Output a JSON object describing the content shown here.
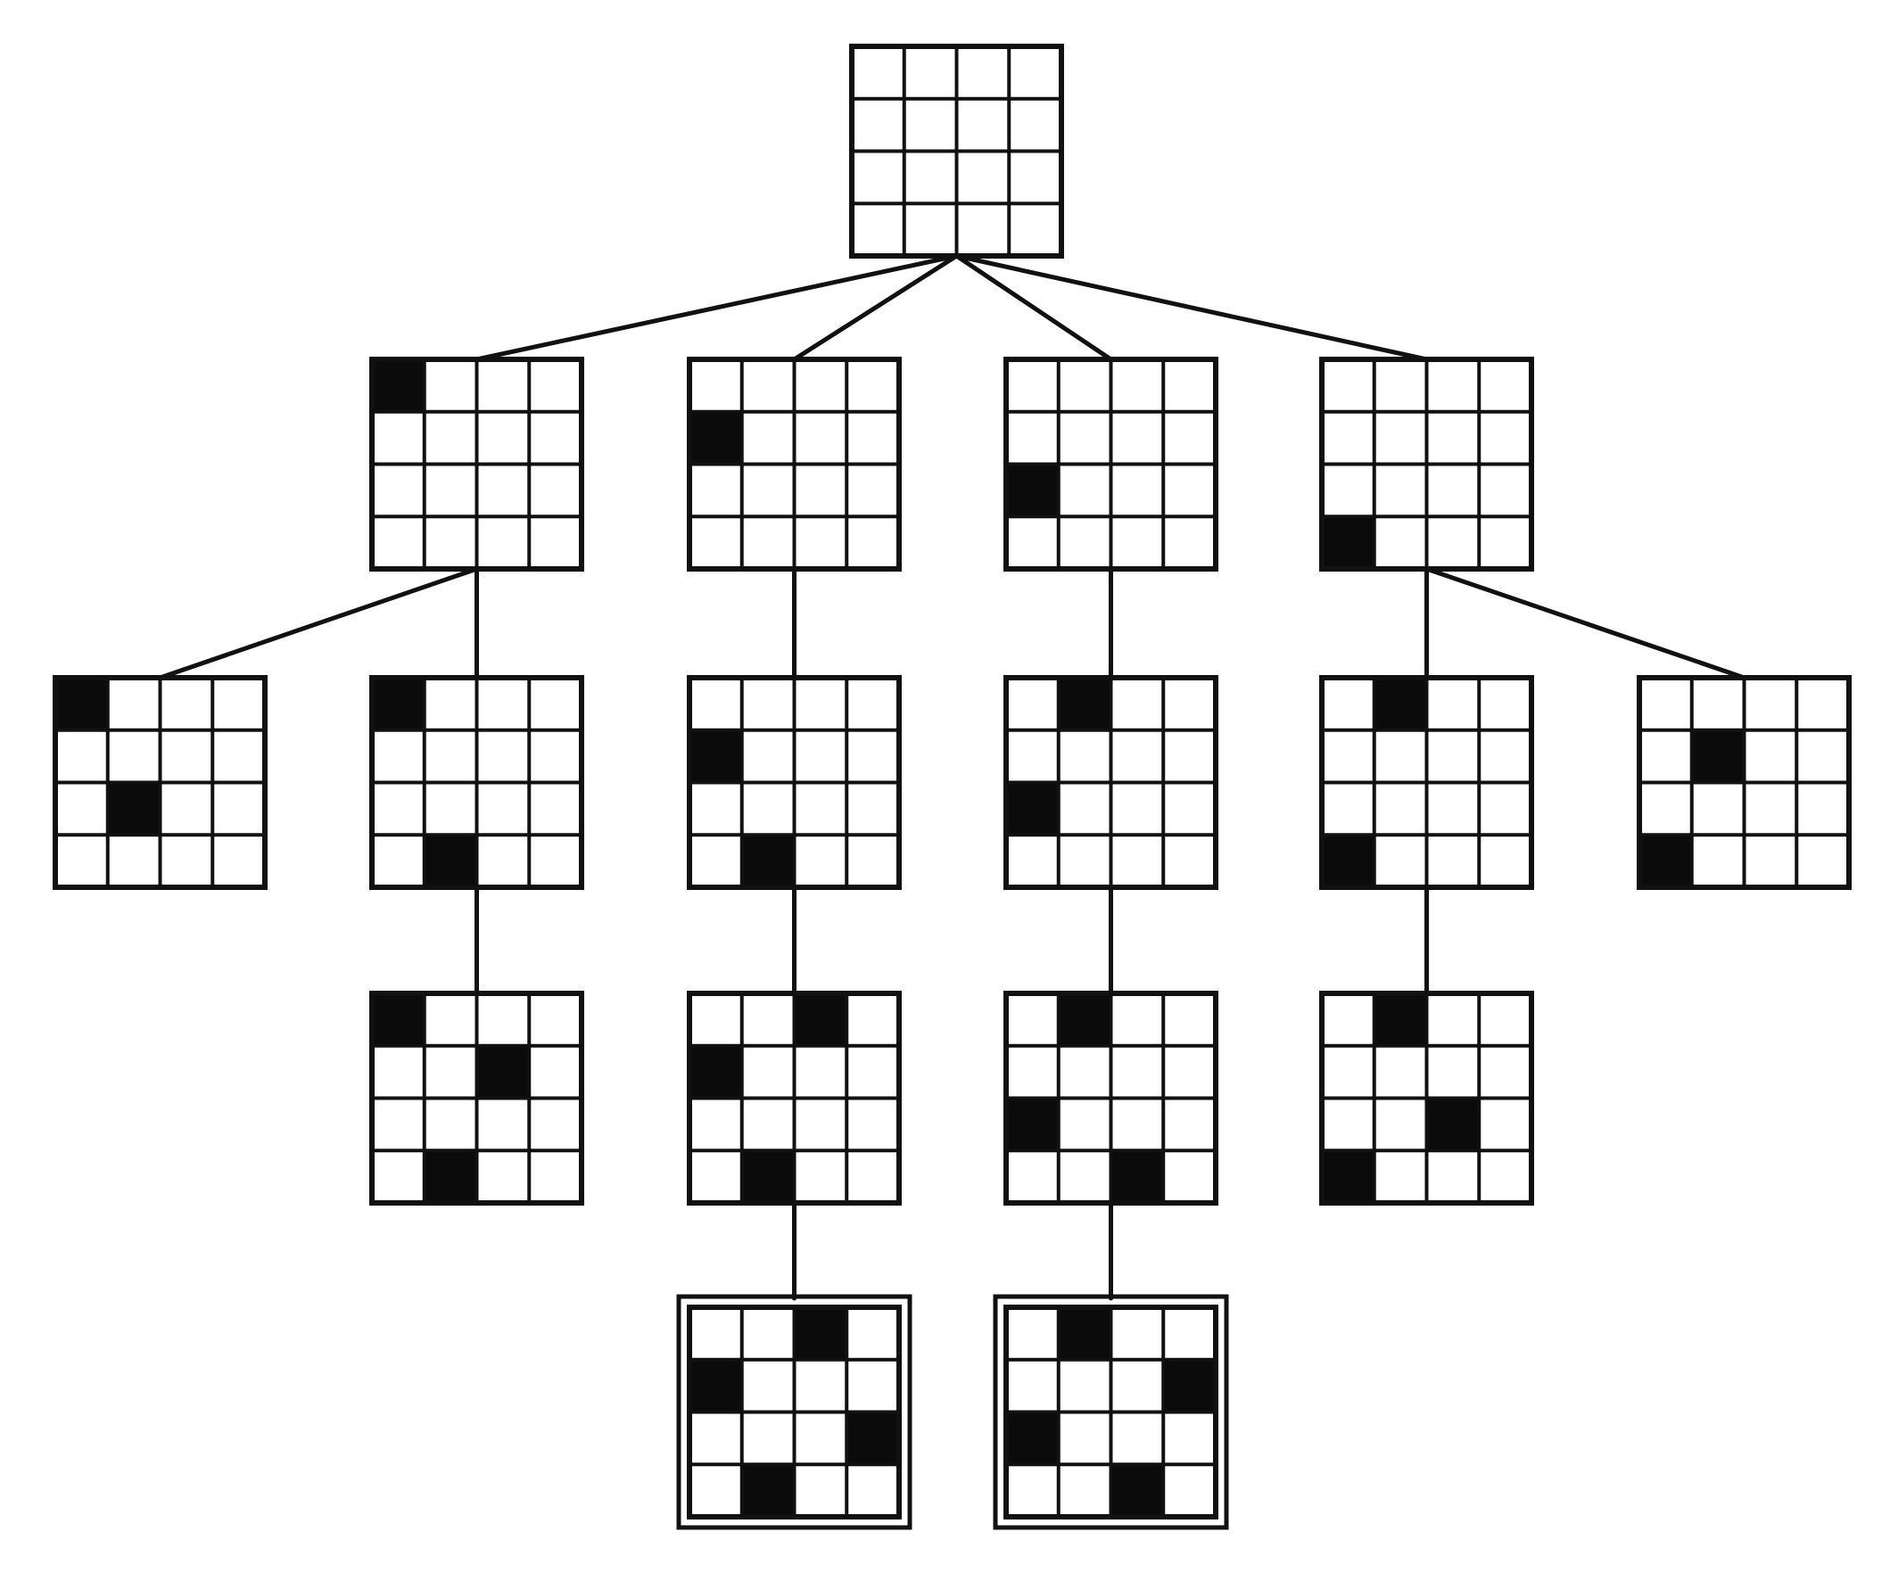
{
  "diagram": {
    "board_size": 4,
    "colors": {
      "ink": "#111111",
      "queen": "#0b0b0b",
      "background": "#ffffff"
    },
    "nodes": [
      {
        "id": "root",
        "parent": null,
        "queens": [],
        "solution": false
      },
      {
        "id": "a",
        "parent": "root",
        "queens": [
          [
            0,
            0
          ]
        ],
        "solution": false
      },
      {
        "id": "b",
        "parent": "root",
        "queens": [
          [
            1,
            0
          ]
        ],
        "solution": false
      },
      {
        "id": "c",
        "parent": "root",
        "queens": [
          [
            2,
            0
          ]
        ],
        "solution": false
      },
      {
        "id": "d",
        "parent": "root",
        "queens": [
          [
            3,
            0
          ]
        ],
        "solution": false
      },
      {
        "id": "a1",
        "parent": "a",
        "queens": [
          [
            0,
            0
          ],
          [
            2,
            1
          ]
        ],
        "solution": false
      },
      {
        "id": "a2",
        "parent": "a",
        "queens": [
          [
            0,
            0
          ],
          [
            3,
            1
          ]
        ],
        "solution": false
      },
      {
        "id": "b1",
        "parent": "b",
        "queens": [
          [
            1,
            0
          ],
          [
            3,
            1
          ]
        ],
        "solution": false
      },
      {
        "id": "c1",
        "parent": "c",
        "queens": [
          [
            2,
            0
          ],
          [
            0,
            1
          ]
        ],
        "solution": false
      },
      {
        "id": "d1",
        "parent": "d",
        "queens": [
          [
            3,
            0
          ],
          [
            0,
            1
          ]
        ],
        "solution": false
      },
      {
        "id": "d2",
        "parent": "d",
        "queens": [
          [
            3,
            0
          ],
          [
            1,
            1
          ]
        ],
        "solution": false
      },
      {
        "id": "a2x",
        "parent": "a2",
        "queens": [
          [
            0,
            0
          ],
          [
            3,
            1
          ],
          [
            1,
            2
          ]
        ],
        "solution": false
      },
      {
        "id": "b1x",
        "parent": "b1",
        "queens": [
          [
            1,
            0
          ],
          [
            3,
            1
          ],
          [
            0,
            2
          ]
        ],
        "solution": false
      },
      {
        "id": "c1x",
        "parent": "c1",
        "queens": [
          [
            2,
            0
          ],
          [
            0,
            1
          ],
          [
            3,
            2
          ]
        ],
        "solution": false
      },
      {
        "id": "d1x",
        "parent": "d1",
        "queens": [
          [
            3,
            0
          ],
          [
            0,
            1
          ],
          [
            2,
            2
          ]
        ],
        "solution": false
      },
      {
        "id": "sol1",
        "parent": "b1x",
        "queens": [
          [
            1,
            0
          ],
          [
            3,
            1
          ],
          [
            0,
            2
          ],
          [
            2,
            3
          ]
        ],
        "solution": true
      },
      {
        "id": "sol2",
        "parent": "c1x",
        "queens": [
          [
            2,
            0
          ],
          [
            0,
            1
          ],
          [
            3,
            2
          ],
          [
            1,
            3
          ]
        ],
        "solution": true
      }
    ]
  }
}
